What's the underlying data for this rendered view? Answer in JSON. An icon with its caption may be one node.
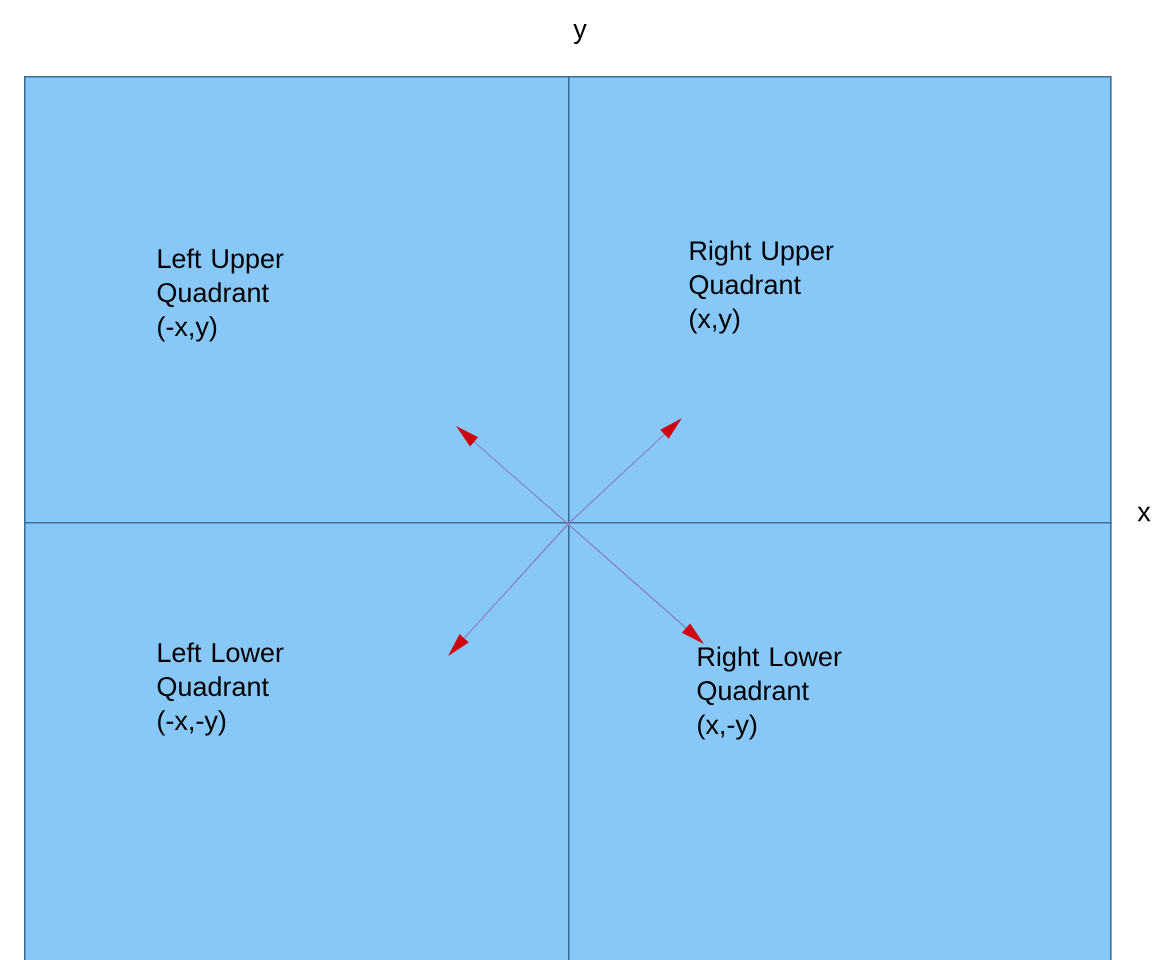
{
  "diagram": {
    "nodes": [
      {
        "text": [
          "Left Upper Quadrant",
          "(-x,y)"
        ]
      },
      {
        "text": [
          "Right Upper Quadrant",
          "(x,y)"
        ]
      },
      {
        "text": [
          "Left Lower Quadrant",
          "(-x,-y)"
        ]
      },
      {
        "text": [
          "Right Lower Quadrant",
          "(x,-y)"
        ]
      },
      {
        "text": [],
        "shape": "point"
      }
    ],
    "edges": [
      {
        "from": 4,
        "to": 0,
        "arrow": "to"
      },
      {
        "from": 4,
        "to": 1,
        "arrow": "to"
      },
      {
        "from": 4,
        "to": 2,
        "arrow": "to"
      },
      {
        "from": 4,
        "to": 3,
        "arrow": "to"
      }
    ],
    "labels": [
      "y",
      "x"
    ]
  }
}
